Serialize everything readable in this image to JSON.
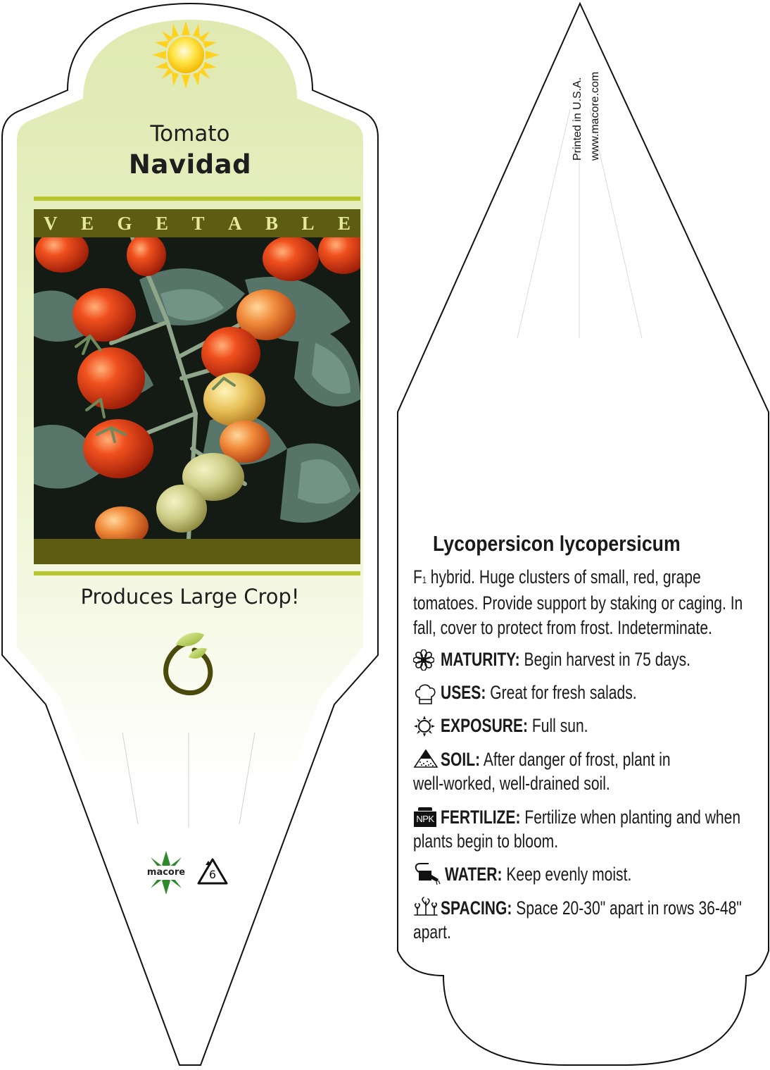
{
  "front": {
    "common_name": "Tomato",
    "variety": "Navidad",
    "category": [
      "V",
      "E",
      "G",
      "E",
      "T",
      "A",
      "B",
      "L",
      "E"
    ],
    "tagline": "Produces Large Crop!",
    "brand": "macore",
    "recycle_code": "6",
    "sun_icon": "sun-icon",
    "seed_icon": "seedling-swirl-icon"
  },
  "back": {
    "print_note": "Printed in U.S.A.",
    "website": "www.macore.com",
    "botanical_name": "Lycopersicon lycopersicum",
    "description_lines": [
      "F1 hybrid. Huge clusters of small, red, grape",
      "tomatoes. Provide support by staking or caging. In",
      "fall, cover to protect from frost. Indeterminate."
    ],
    "info": [
      {
        "icon": "flower-icon",
        "label": "MATURITY:",
        "lines": [
          "Begin harvest in 75 days."
        ]
      },
      {
        "icon": "chef-hat-icon",
        "label": "USES:",
        "lines": [
          "Great for fresh salads."
        ]
      },
      {
        "icon": "sun-outline-icon",
        "label": "EXPOSURE:",
        "lines": [
          "Full sun."
        ]
      },
      {
        "icon": "soil-pile-icon",
        "label": "SOIL:",
        "lines": [
          "After danger of frost, plant in",
          "well-worked, well-drained soil."
        ]
      },
      {
        "icon": "npk-fertilizer-icon",
        "icon_text": "NPK",
        "label": "FERTILIZE:",
        "lines": [
          "Fertilize when planting and when",
          "plants begin to bloom."
        ]
      },
      {
        "icon": "watering-can-icon",
        "label": "WATER:",
        "lines": [
          "Keep evenly moist."
        ]
      },
      {
        "icon": "seedlings-spacing-icon",
        "label": "SPACING:",
        "lines": [
          "Space 20-30\" apart in rows 36-48\"",
          "apart."
        ]
      }
    ]
  },
  "colors": {
    "band": "#5e5c12",
    "band_text": "#e6e89a",
    "rule": "#b7c72c",
    "panel_top": "#e3ecb8",
    "panel_bottom": "#ffffff"
  }
}
